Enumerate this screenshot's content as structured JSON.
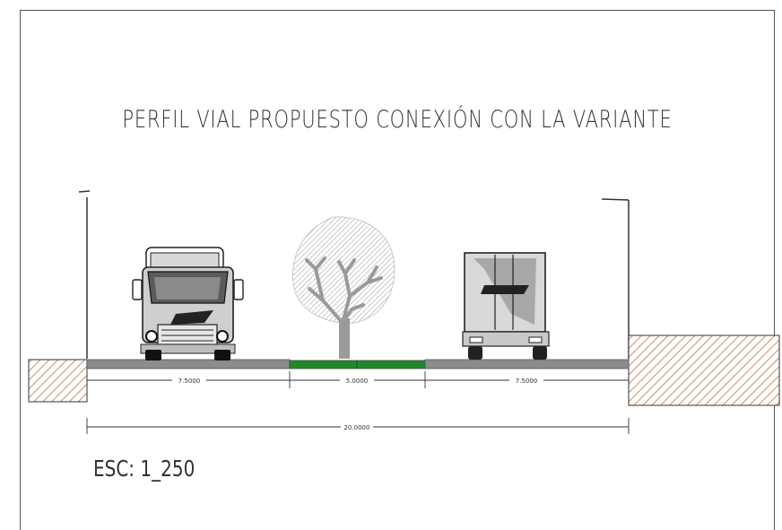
{
  "title": "PERFIL VIAL PROPUESTO CONEXIÓN CON LA VARIANTE",
  "scale_label": "ESC: 1_250",
  "dimensions": {
    "lane_left": "7.5000",
    "median": "5.0000",
    "lane_right": "7.5000",
    "total": "20.0000"
  },
  "colors": {
    "road": "#8c8c8c",
    "median_green": "#1f8a2a",
    "sidewalk_hatch": "#c0703a",
    "tree_hatch": "#9a9a9a",
    "line": "#333333"
  },
  "elements": [
    "truck-front",
    "tree",
    "truck-rear"
  ]
}
